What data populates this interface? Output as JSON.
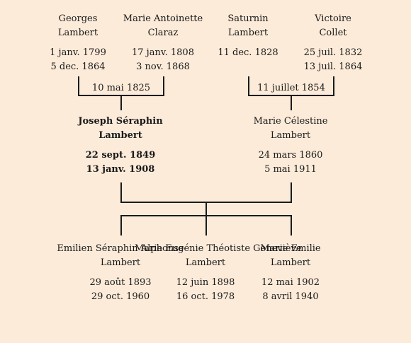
{
  "grandparents_left": {
    "p1": {
      "first": "Georges",
      "last": "Lambert",
      "birth": "1 janv. 1799",
      "death": "5 dec. 1864"
    },
    "p2": {
      "first": "Marie Antoinette",
      "last": "Claraz",
      "birth": "17 janv. 1808",
      "death": "3 nov. 1868"
    },
    "marriage": "10 mai 1825"
  },
  "grandparents_right": {
    "p1": {
      "first": "Saturnin",
      "last": "Lambert",
      "birth": "11 dec. 1828",
      "death": ""
    },
    "p2": {
      "first": "Victoire",
      "last": "Collet",
      "birth": "25 juil. 1832",
      "death": "13 juil. 1864"
    },
    "marriage": "11 juillet 1854"
  },
  "parents": {
    "father": {
      "first": "Joseph Séraphin",
      "last": "Lambert",
      "birth": "22 sept. 1849",
      "death": "13 janv. 1908"
    },
    "mother": {
      "first": "Marie Célestine",
      "last": "Lambert",
      "birth": "24 mars 1860",
      "death": "5 mai 1911"
    }
  },
  "children": [
    {
      "first": "Emilien Séraphin Alphonse",
      "last": "Lambert",
      "birth": "29 août 1893",
      "death": "29 oct. 1960"
    },
    {
      "first": "Marie Eugénie Théotiste Geneviève",
      "last": "Lambert",
      "birth": "12 juin 1898",
      "death": "16 oct. 1978"
    },
    {
      "first": "Marie Emilie",
      "last": "Lambert",
      "birth": "12 mai 1902",
      "death": "8 avril 1940"
    }
  ]
}
